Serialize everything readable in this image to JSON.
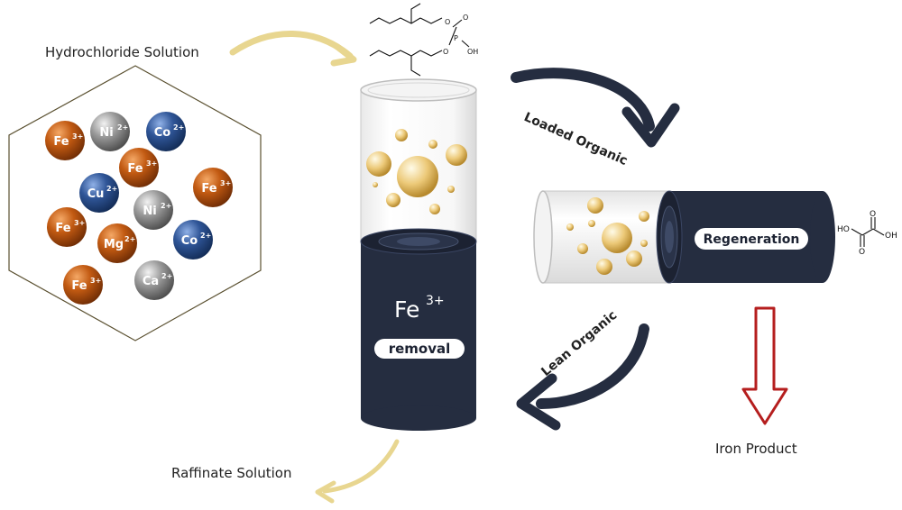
{
  "labels": {
    "feed": "Hydrochloride Solution",
    "raffinate": "Raffinate Solution",
    "loaded": "Loaded Organic",
    "lean": "Lean Organic",
    "product": "Iron Product"
  },
  "extraction_column": {
    "symbol": "Fe",
    "charge": "3+",
    "badge": "removal"
  },
  "regeneration_column": {
    "badge": "Regeneration"
  },
  "ions": [
    {
      "symbol": "Fe",
      "charge": "3+",
      "kind": "iron"
    },
    {
      "symbol": "Ni",
      "charge": "2+",
      "kind": "nickel"
    },
    {
      "symbol": "Co",
      "charge": "2+",
      "kind": "cobalt"
    },
    {
      "symbol": "Fe",
      "charge": "3+",
      "kind": "iron"
    },
    {
      "symbol": "Fe",
      "charge": "3+",
      "kind": "iron"
    },
    {
      "symbol": "Cu",
      "charge": "2+",
      "kind": "copper"
    },
    {
      "symbol": "Ni",
      "charge": "2+",
      "kind": "nickel"
    },
    {
      "symbol": "Fe",
      "charge": "3+",
      "kind": "iron"
    },
    {
      "symbol": "Mg",
      "charge": "2+",
      "kind": "magnesium"
    },
    {
      "symbol": "Co",
      "charge": "2+",
      "kind": "cobalt"
    },
    {
      "symbol": "Fe",
      "charge": "3+",
      "kind": "iron"
    },
    {
      "symbol": "Ca",
      "charge": "2+",
      "kind": "calcium"
    }
  ],
  "molecules": {
    "extractant_o1": "O",
    "extractant_p": "P",
    "extractant_o2": "O",
    "extractant_oh": "OH",
    "extractant_o3": "O",
    "oxalic_ho": "HO",
    "oxalic_oh": "OH",
    "oxalic_o_top": "O",
    "oxalic_o_bottom": "O"
  },
  "colors": {
    "iron": "#c25a12",
    "nickel": "#9a9a9a",
    "cobalt": "#2f5597",
    "copper": "#2f5597",
    "magnesium": "#c25a12",
    "calcium": "#9a9a9a",
    "column_dark": "#252d40",
    "arrow_dark": "#252d40",
    "arrow_gold": "#e8d690",
    "arrow_red": "#b51e1e",
    "bubble": "#e6c26b"
  }
}
